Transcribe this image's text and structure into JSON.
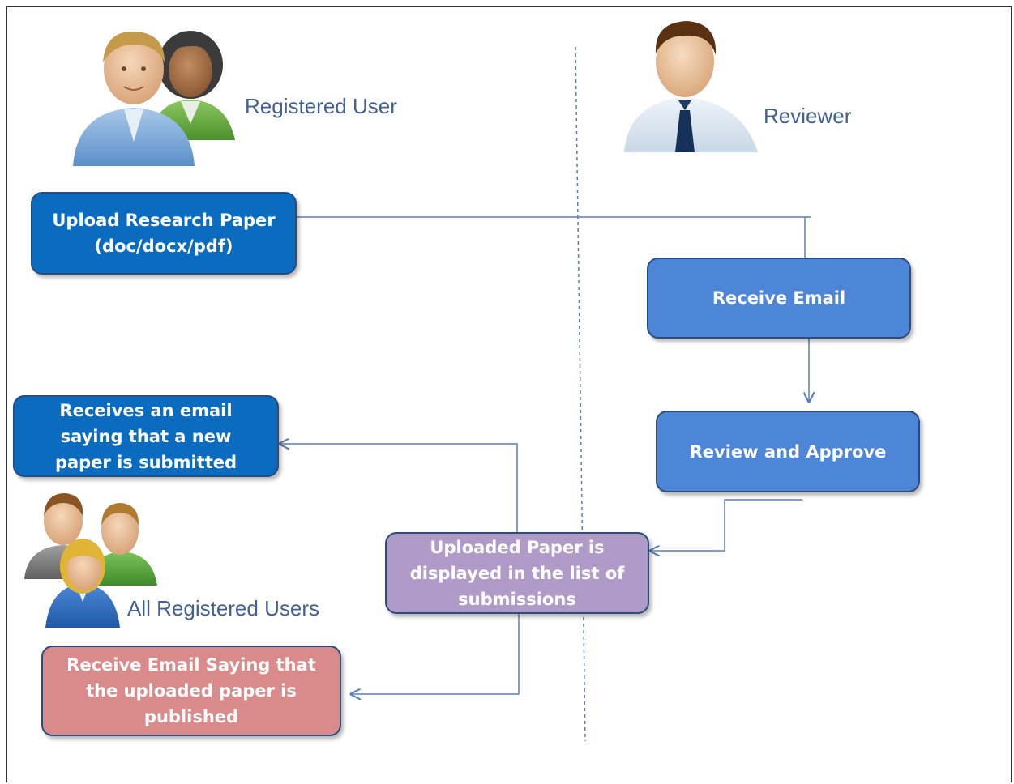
{
  "actors": {
    "registered_user": {
      "label": "Registered User",
      "icon": "two-users-icon"
    },
    "reviewer": {
      "label": "Reviewer",
      "icon": "reviewer-person-icon"
    },
    "all_registered_users": {
      "label": "All Registered Users",
      "icon": "user-group-icon"
    }
  },
  "steps": {
    "upload": "Upload Research Paper\n(doc/docx/pdf)",
    "receive_email": "Receive Email",
    "review_approve": "Review and Approve",
    "displayed": "Uploaded Paper is\ndisplayed in the list of\nsubmissions",
    "receives_notification": "Receives an email\nsaying that a new\npaper is submitted",
    "published_email": "Receive Email Saying that\nthe uploaded paper is\npublished"
  },
  "colors": {
    "upload_box": "#0a6bbf",
    "reviewer_boxes": "#4d86d6",
    "displayed_box": "#b09ac7",
    "published_box": "#d98b8b",
    "connector": "#5b7fb5",
    "label_text": "#44608f"
  }
}
